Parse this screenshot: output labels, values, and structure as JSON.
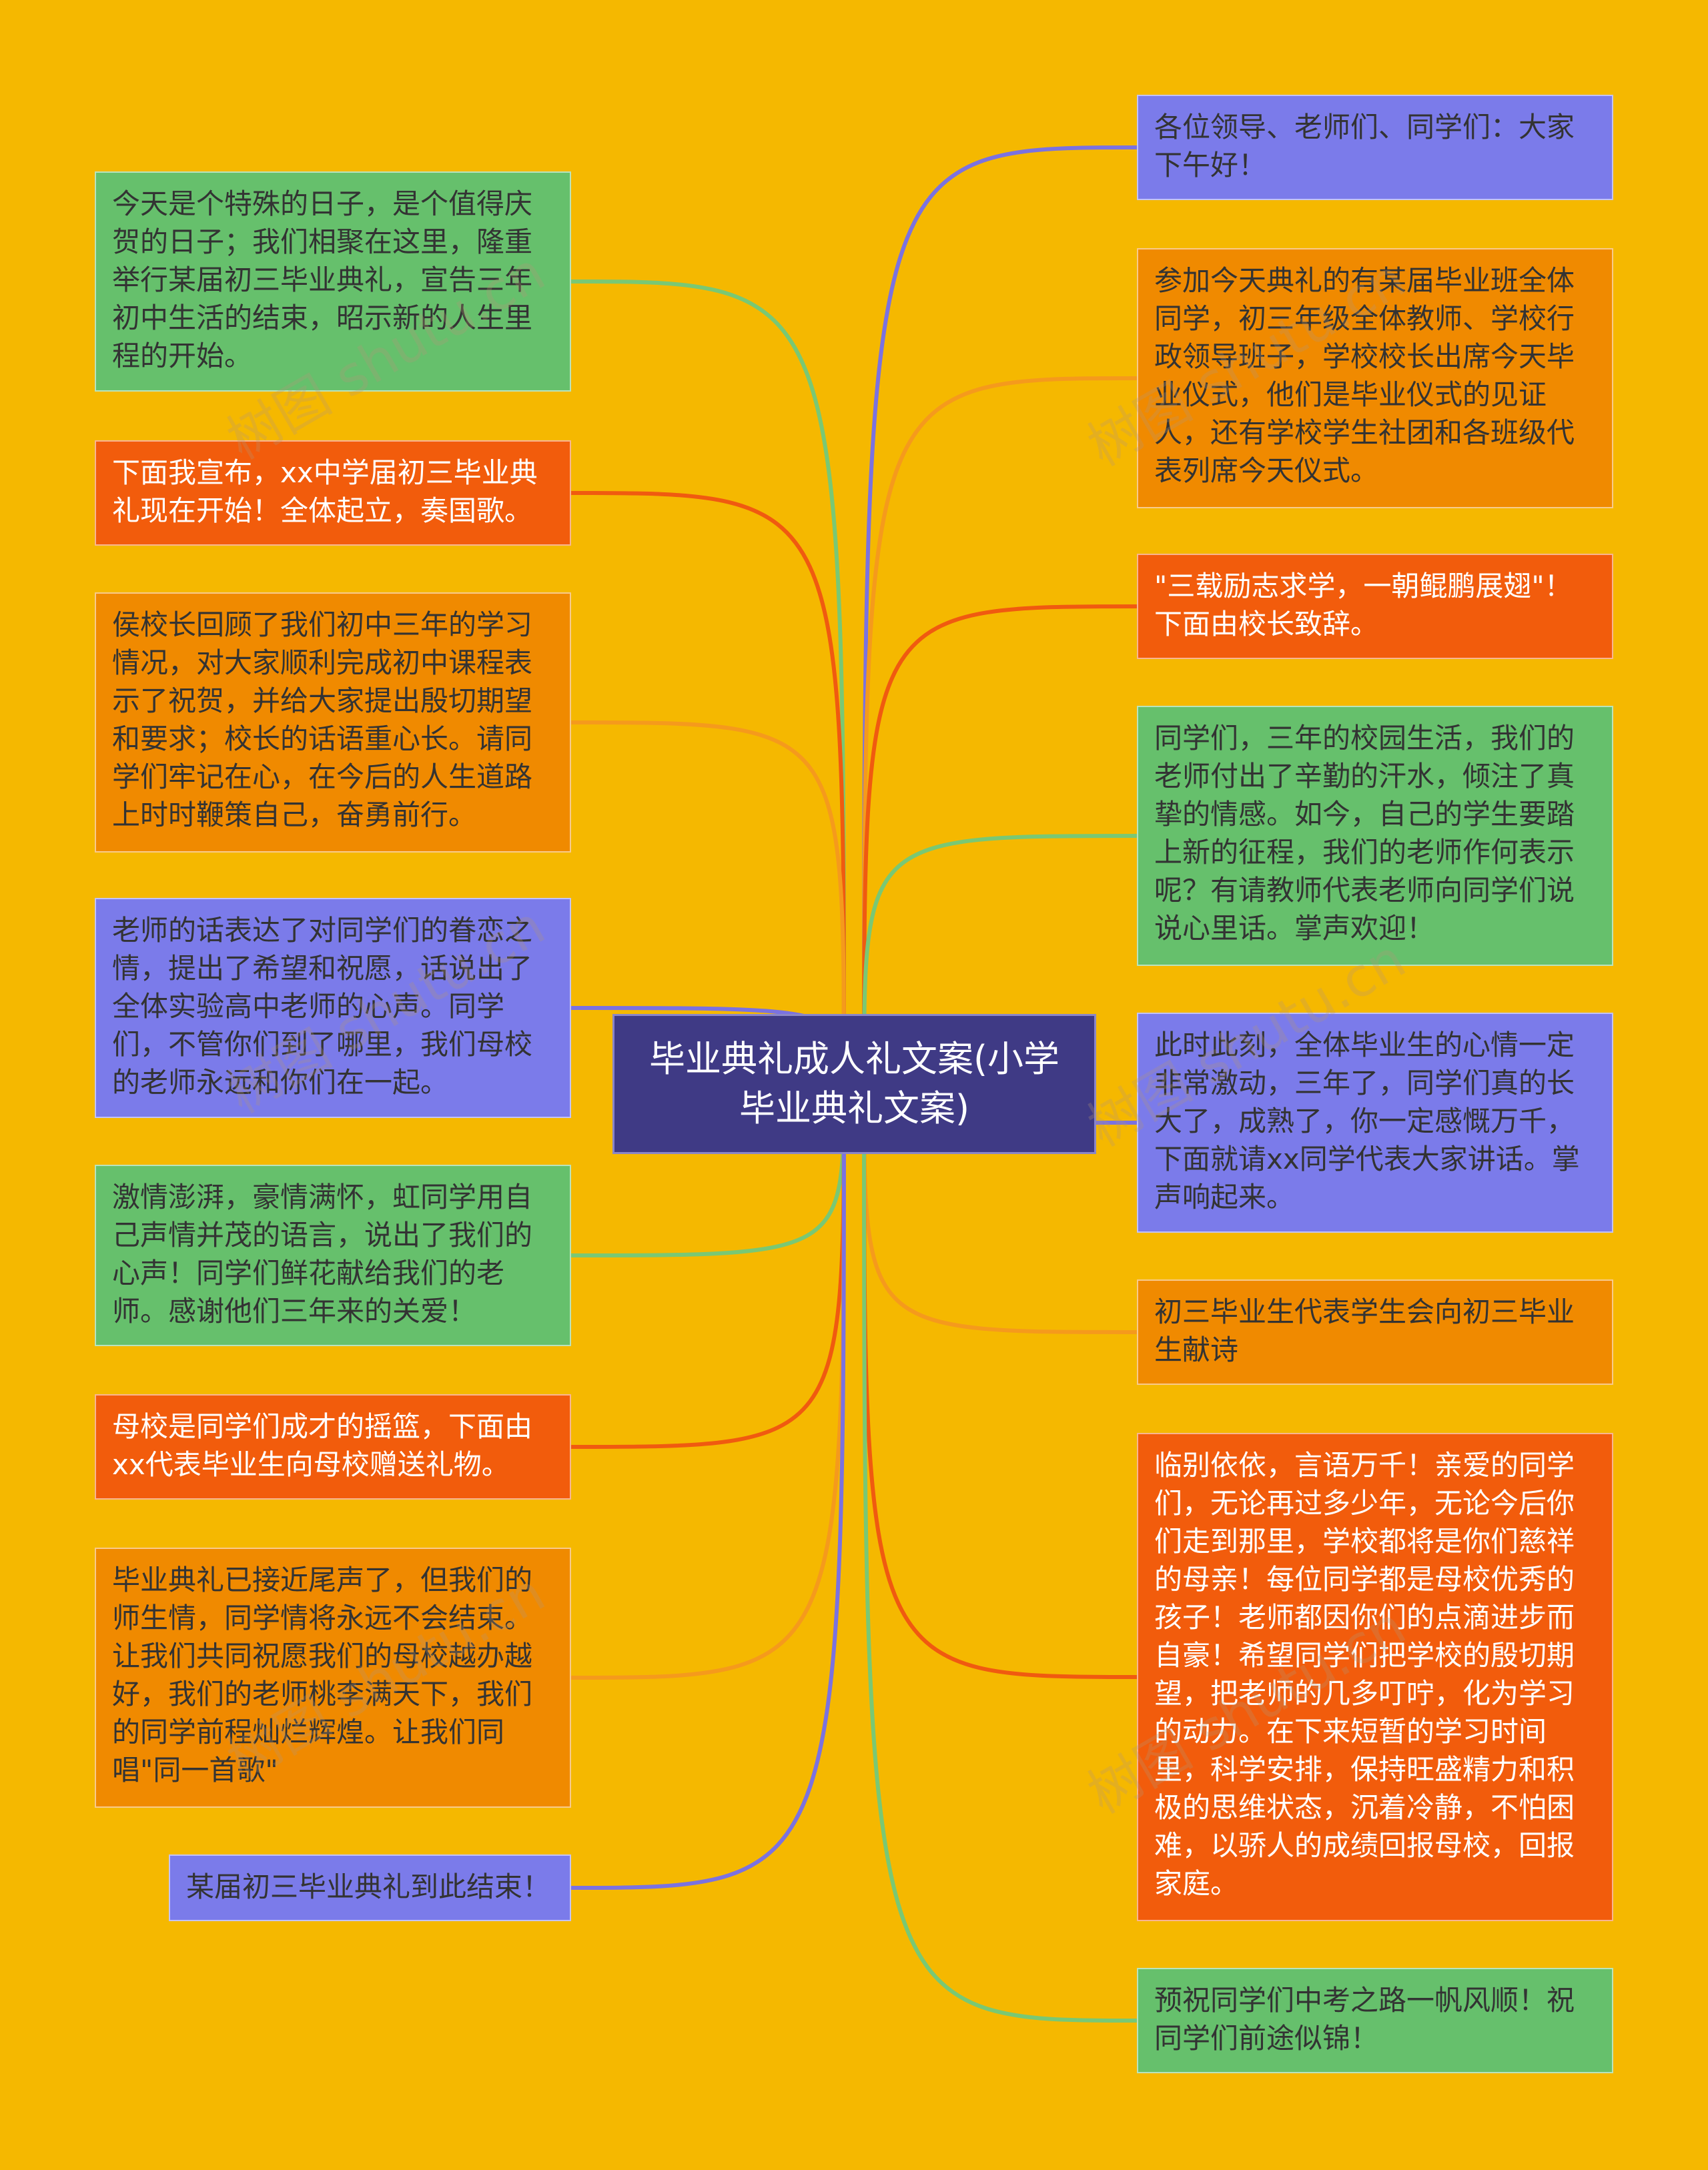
{
  "center": {
    "title": "毕业典礼成人礼文案(小学毕业典礼文案)"
  },
  "colors": {
    "background": "#F5B800",
    "center": "#3F3A85",
    "green": "#66C06C",
    "orange": "#F08A00",
    "red": "#F25C0C",
    "purple": "#7B7BEA",
    "link_green": "#79C874",
    "link_orange": "#F59A1C",
    "link_red": "#F05A10",
    "link_purple": "#7B72E0"
  },
  "left_nodes": [
    {
      "text": "今天是个特殊的日子，是个值得庆贺的日子；我们相聚在这里，隆重举行某届初三毕业典礼，宣告三年初中生活的结束，昭示新的人生里程的开始。",
      "color": "green"
    },
    {
      "text": "下面我宣布，xx中学届初三毕业典礼现在开始！全体起立，奏国歌。",
      "color": "red"
    },
    {
      "text": "侯校长回顾了我们初中三年的学习情况，对大家顺利完成初中课程表示了祝贺，并给大家提出殷切期望和要求；校长的话语重心长。请同学们牢记在心，在今后的人生道路上时时鞭策自己，奋勇前行。",
      "color": "orange"
    },
    {
      "text": "老师的话表达了对同学们的眷恋之情，提出了希望和祝愿，话说出了全体实验高中老师的心声。同学们，不管你们到了哪里，我们母校的老师永远和你们在一起。",
      "color": "purple"
    },
    {
      "text": "激情澎湃，豪情满怀，虹同学用自己声情并茂的语言，说出了我们的心声！同学们鲜花献给我们的老师。感谢他们三年来的关爱！",
      "color": "green"
    },
    {
      "text": "母校是同学们成才的摇篮，下面由xx代表毕业生向母校赠送礼物。",
      "color": "red"
    },
    {
      "text": "毕业典礼已接近尾声了，但我们的师生情，同学情将永远不会结束。让我们共同祝愿我们的母校越办越好，我们的老师桃李满天下，我们的同学前程灿烂辉煌。让我们同唱\"同一首歌\"",
      "color": "orange"
    },
    {
      "text": "某届初三毕业典礼到此结束！",
      "color": "purple"
    }
  ],
  "right_nodes": [
    {
      "text": "各位领导、老师们、同学们：大家下午好！",
      "color": "purple"
    },
    {
      "text": "参加今天典礼的有某届毕业班全体同学，初三年级全体教师、学校行政领导班子，学校校长出席今天毕业仪式，他们是毕业仪式的见证人，还有学校学生社团和各班级代表列席今天仪式。",
      "color": "orange"
    },
    {
      "text": "\"三载励志求学，一朝鲲鹏展翅\"！下面由校长致辞。",
      "color": "red"
    },
    {
      "text": "同学们，三年的校园生活，我们的老师付出了辛勤的汗水，倾注了真挚的情感。如今，自己的学生要踏上新的征程，我们的老师作何表示呢？有请教师代表老师向同学们说说心里话。掌声欢迎！",
      "color": "green"
    },
    {
      "text": "此时此刻，全体毕业生的心情一定非常激动，三年了，同学们真的长大了，成熟了，你一定感慨万千，下面就请xx同学代表大家讲话。掌声响起来。",
      "color": "purple"
    },
    {
      "text": "初三毕业生代表学生会向初三毕业生献诗",
      "color": "orange"
    },
    {
      "text": "临别依依，言语万千！亲爱的同学们，无论再过多少年，无论今后你们走到那里，学校都将是你们慈祥的母亲！每位同学都是母校优秀的孩子！老师都因你们的点滴进步而自豪！希望同学们把学校的殷切期望，把老师的几多叮咛，化为学习的动力。在下来短暂的学习时间里，科学安排，保持旺盛精力和积极的思维状态，沉着冷静，不怕困难，以骄人的成绩回报母校，回报家庭。",
      "color": "red"
    },
    {
      "text": "预祝同学们中考之路一帆风顺！祝同学们前途似锦！",
      "color": "green"
    }
  ],
  "watermark": "树图 shutu.cn"
}
